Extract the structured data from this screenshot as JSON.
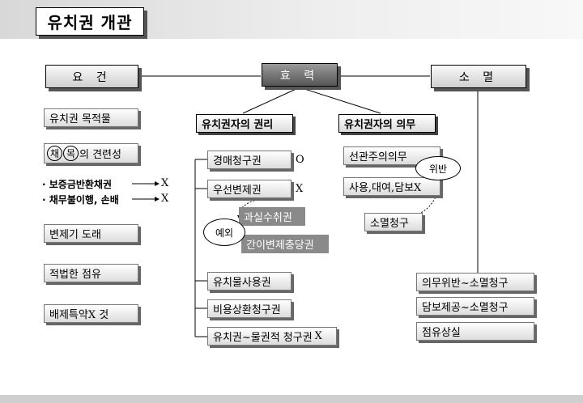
{
  "title": "유치권 개관",
  "headers": {
    "requirements": "요 건",
    "effect": "효 력",
    "extinction": "소 멸"
  },
  "requirements": {
    "r1": "유치권 목적물",
    "r2_circle1": "채",
    "r2_circle2": "목",
    "r2_rest": "의 견련성",
    "r3": "· 보증금반환채권",
    "r3_result": "X",
    "r4": "· 채무불이행, 손배",
    "r4_result": "X",
    "r5": "변제기 도래",
    "r6": "적법한 점유",
    "r7": "배제특약X 것"
  },
  "rights": {
    "header": "유치권자의 권리",
    "items": [
      {
        "label": "경매청구권",
        "mark": "O"
      },
      {
        "label": "우선변제권",
        "mark": "X"
      },
      {
        "label": "유치물사용권",
        "mark": ""
      },
      {
        "label": "비용상환청구권",
        "mark": ""
      },
      {
        "label": "유치권~물권적 청구권",
        "mark": "X"
      }
    ],
    "exception_label": "예외",
    "exceptions": [
      "과실수취권",
      "간이변제충당권"
    ]
  },
  "duties": {
    "header": "유치권자의 의무",
    "items": [
      "선관주의의무",
      "사용,대여,담보X"
    ],
    "violation_label": "위반",
    "claim": "소멸청구"
  },
  "extinction": {
    "items": [
      "의무위반~소멸청구",
      "담보제공~소멸청구",
      "점유상실"
    ]
  }
}
